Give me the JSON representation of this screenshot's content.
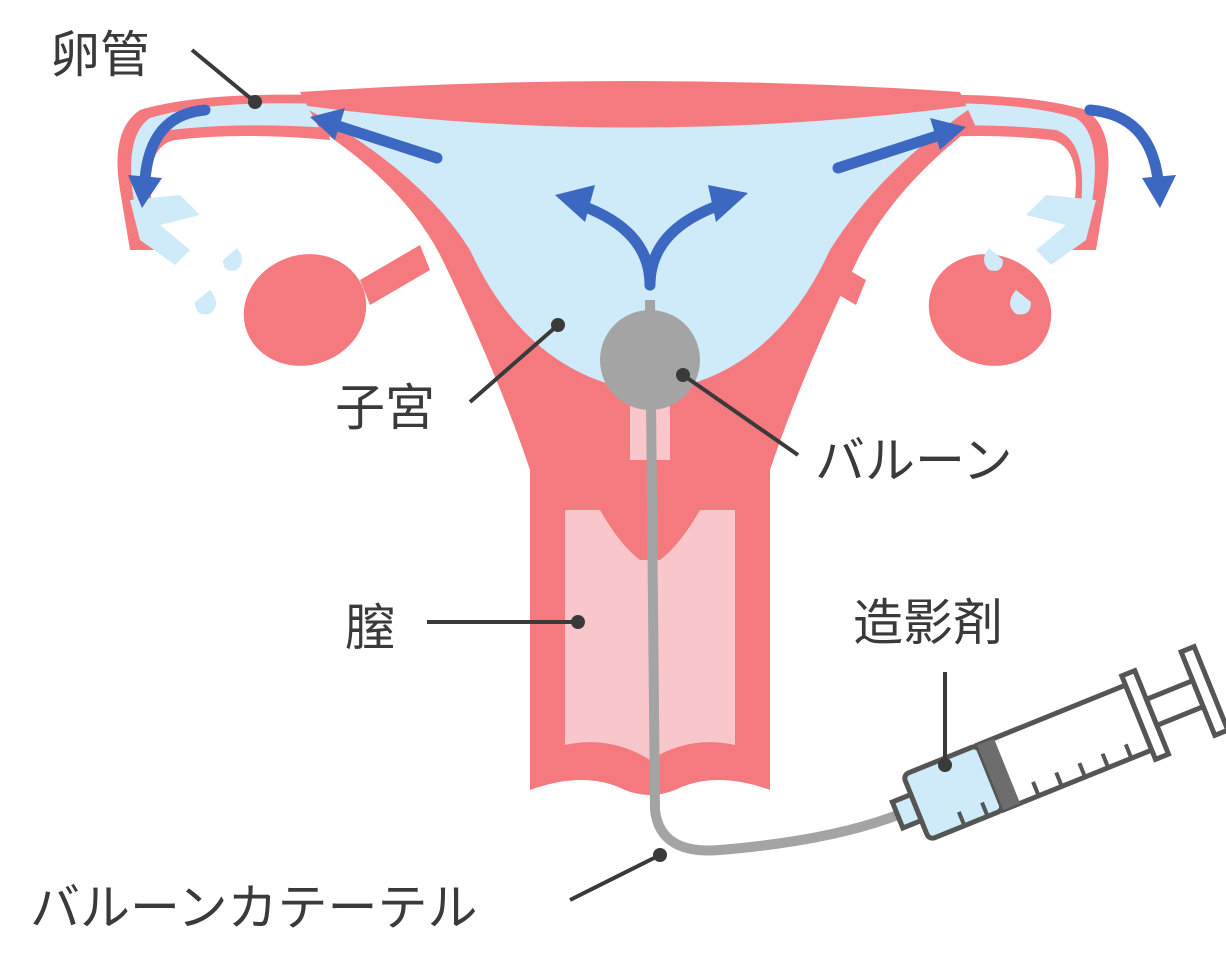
{
  "title": "Hysterosalpingography (balloon catheter) diagram",
  "labels": {
    "fallopian_tube": "卵管",
    "uterus": "子宮",
    "balloon": "バルーン",
    "vagina": "膣",
    "contrast_agent": "造影剤",
    "balloon_catheter": "バルーンカテーテル"
  },
  "colors": {
    "tissue": "#f47a80",
    "cavity": "#cfeaf8",
    "vagina_inner": "#f9c6cb",
    "arrow": "#3d68c2",
    "balloon": "#a4a4a4",
    "text": "#3a3a3a"
  }
}
